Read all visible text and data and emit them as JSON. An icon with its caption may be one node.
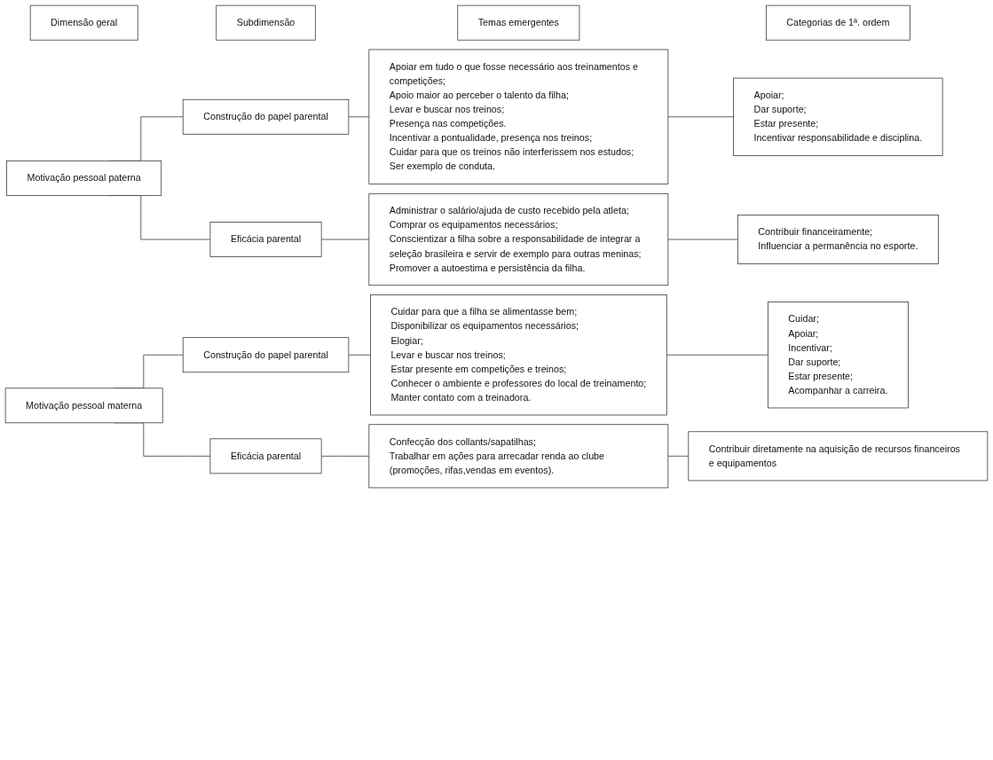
{
  "diagram": {
    "nodes": [
      {
        "text": [
          "Dimensão geral"
        ]
      },
      {
        "text": [
          "Subdimensão"
        ]
      },
      {
        "text": [
          "Temas emergentes"
        ]
      },
      {
        "text": [
          "Categorias de 1ª. ordem"
        ]
      },
      {
        "text": [
          "Motivação pessoal paterna"
        ]
      },
      {
        "text": [
          "Construção do papel parental"
        ]
      },
      {
        "text": [
          "Apoiar em tudo o que fosse necessário aos treinamentos e competições;",
          "Apoio maior ao perceber o talento da filha;",
          "Levar e buscar nos treinos;",
          "Presença nas competições.",
          "Incentivar a pontualidade, presença nos treinos;",
          "Cuidar para que os treinos não interferissem nos estudos;",
          "Ser exemplo de conduta."
        ]
      },
      {
        "text": [
          "Apoiar;",
          "Dar suporte;",
          "Estar presente;",
          "Incentivar responsabilidade e disciplina."
        ]
      },
      {
        "text": [
          "Eficácia parental"
        ]
      },
      {
        "text": [
          "Administrar o salário/ajuda de custo recebido pela atleta;",
          "Comprar os equipamentos necessários;",
          "Conscientizar a filha sobre a responsabilidade de integrar a seleção brasileira e servir de exemplo para outras meninas;",
          "Promover a autoestima e persistência da filha."
        ]
      },
      {
        "text": [
          "Contribuir financeiramente;",
          "Influenciar a permanência no esporte."
        ]
      },
      {
        "text": [
          "Motivação pessoal materna"
        ]
      },
      {
        "text": [
          "Construção do papel parental"
        ]
      },
      {
        "text": [
          "Cuidar para que a filha se alimentasse bem;",
          "Disponibilizar os equipamentos necessários;",
          "Elogiar;",
          "Levar e buscar nos treinos;",
          "Estar presente em competições e treinos;",
          "Conhecer o ambiente e professores do local de treinamento;",
          "Manter contato com a treinadora."
        ]
      },
      {
        "text": [
          "Cuidar;",
          "Apoiar;",
          "Incentivar;",
          "Dar suporte;",
          "Estar presente;",
          "Acompanhar a carreira."
        ]
      },
      {
        "text": [
          "Eficácia parental"
        ]
      },
      {
        "text": [
          "Confecção dos collants/sapatilhas;",
          "Trabalhar em ações para arrecadar renda ao clube (promoções, rifas,vendas em eventos)."
        ]
      },
      {
        "text": [
          "Contribuir diretamente na aquisição de recursos financeiros e equipamentos"
        ]
      }
    ],
    "edges": [
      {
        "from": 4,
        "to": 5,
        "arrow": "none"
      },
      {
        "from": 4,
        "to": 8,
        "arrow": "none"
      },
      {
        "from": 5,
        "to": 6,
        "arrow": "none"
      },
      {
        "from": 6,
        "to": 7,
        "arrow": "none"
      },
      {
        "from": 8,
        "to": 9,
        "arrow": "none"
      },
      {
        "from": 9,
        "to": 10,
        "arrow": "none"
      },
      {
        "from": 11,
        "to": 12,
        "arrow": "none"
      },
      {
        "from": 11,
        "to": 15,
        "arrow": "none"
      },
      {
        "from": 12,
        "to": 13,
        "arrow": "none"
      },
      {
        "from": 13,
        "to": 14,
        "arrow": "none"
      },
      {
        "from": 15,
        "to": 16,
        "arrow": "none"
      },
      {
        "from": 16,
        "to": 17,
        "arrow": "none"
      }
    ]
  }
}
